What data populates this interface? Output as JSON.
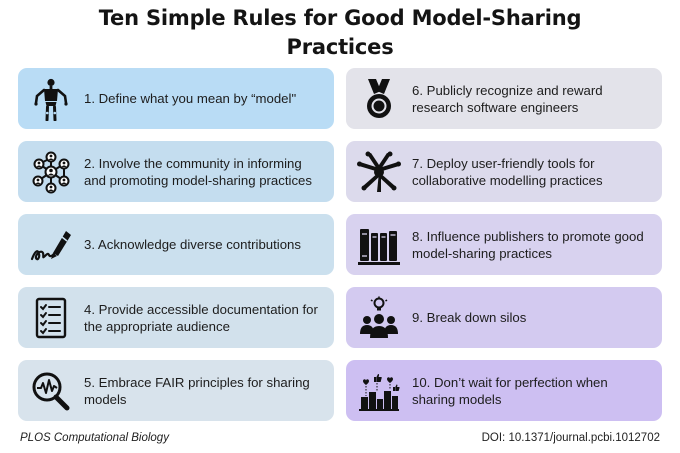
{
  "title_line1": "Ten Simple Rules for Good Model-Sharing",
  "title_line2": "Practices",
  "rules": [
    {
      "text": "1. Define what you mean by “model\"",
      "icon": "mannequin-icon",
      "color": "#b9dcf5"
    },
    {
      "text": "2. Involve the community in informing and promoting model-sharing practices",
      "icon": "network-people-icon",
      "color": "#c4ddef"
    },
    {
      "text": "3. Acknowledge diverse contributions",
      "icon": "signature-pen-icon",
      "color": "#cbe0ee"
    },
    {
      "text": "4. Provide accessible documentation for the appropriate audience",
      "icon": "checklist-icon",
      "color": "#d2e1ec"
    },
    {
      "text": "5. Embrace FAIR principles for sharing models",
      "icon": "magnifier-chart-icon",
      "color": "#d8e3ec"
    },
    {
      "text": "6. Publicly recognize and reward research software engineers",
      "icon": "medal-icon",
      "color": "#e3e3ea"
    },
    {
      "text": "7. Deploy user-friendly tools for collaborative modelling practices",
      "icon": "hands-together-icon",
      "color": "#dcdaec"
    },
    {
      "text": "8. Influence publishers to promote good model-sharing practices",
      "icon": "books-icon",
      "color": "#d8d2ef"
    },
    {
      "text": "9. Break down silos",
      "icon": "team-idea-icon",
      "color": "#d3caf0"
    },
    {
      "text": "10. Don’t wait for perfection when sharing models",
      "icon": "city-likes-icon",
      "color": "#cdbff2"
    }
  ],
  "footer": {
    "journal": "PLOS Computational Biology",
    "doi": "DOI: 10.1371/journal.pcbi.1012702"
  }
}
